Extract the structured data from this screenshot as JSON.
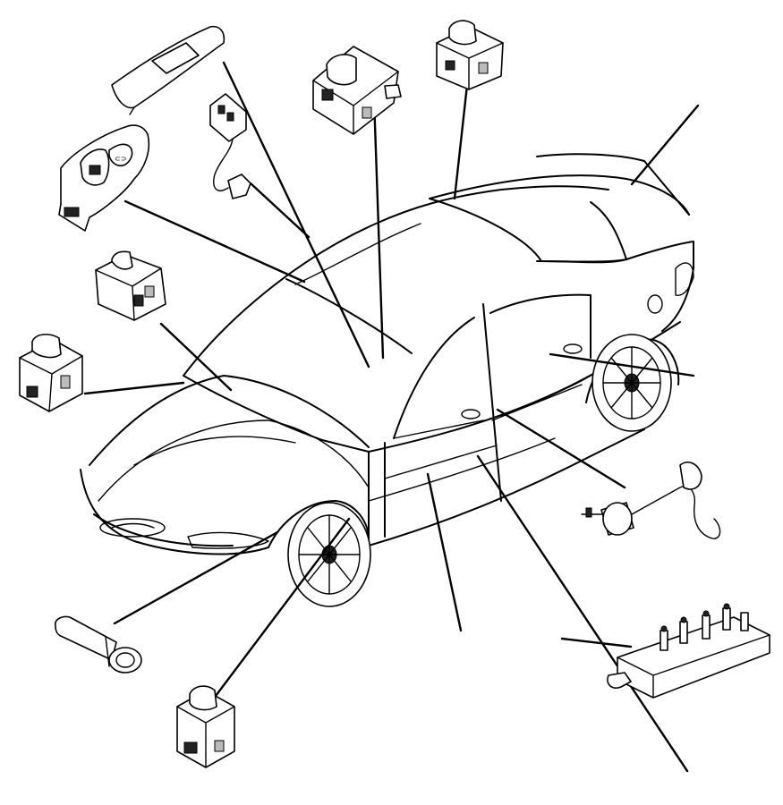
{
  "diagram": {
    "type": "exploded parts illustration",
    "subject": "sedan",
    "components": [
      {
        "id": "seat-switch-bezel",
        "icon": "bezel-panel"
      },
      {
        "id": "door-lock-switch-harness",
        "icon": "switch-with-wire"
      },
      {
        "id": "window-lock-switch",
        "icon": "rocker-switch"
      },
      {
        "id": "rear-window-switch-left",
        "icon": "square-switch"
      },
      {
        "id": "front-left-switch",
        "icon": "square-switch"
      },
      {
        "id": "center-console-switch",
        "icon": "square-switch"
      },
      {
        "id": "overhead-switch",
        "icon": "square-switch"
      },
      {
        "id": "trunk-sensor",
        "icon": "cylinder-plug"
      },
      {
        "id": "door-sensor-harness",
        "icon": "cylinder-with-wire"
      },
      {
        "id": "relay-module",
        "icon": "relay-block"
      },
      {
        "id": "lower-front-switch",
        "icon": "square-switch"
      }
    ]
  }
}
